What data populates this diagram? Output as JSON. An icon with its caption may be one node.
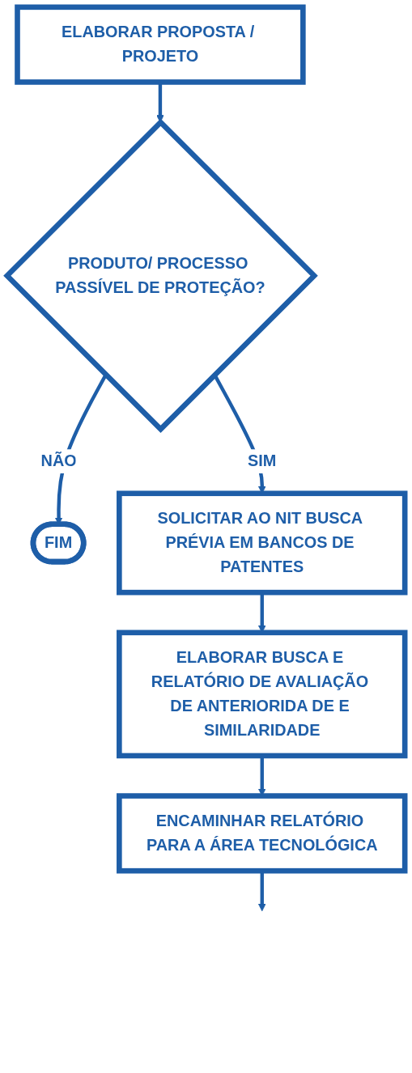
{
  "diagram": {
    "nodes": [
      {
        "text": [
          "ELABORAR PROPOSTA / PROJETO"
        ]
      },
      {
        "text": [
          "FIM"
        ]
      },
      {
        "text": [
          "PRODUTO/ PROCESSO PASSÍVEL DE PROTEÇÃO?"
        ]
      },
      {
        "text": [
          "SOLICITAR AO NIT BUSCA PRÉVIA EM BANCOS DE PATENTES"
        ]
      },
      {
        "text": [
          "ELABORAR BUSCA E RELATÓRIO DE AVALIAÇÃO DE ANTERIORIDA DE E SIMILARIDADE"
        ]
      },
      {
        "text": [
          "ENCAMINHAR RELATÓRIO PARA A ÁREA TECNOLÓGICA"
        ]
      }
    ],
    "edges": [
      {
        "from": 0,
        "to": 2,
        "arrow": "to"
      },
      {
        "from": 2,
        "to": 1,
        "label": "NÃO",
        "arrow": "to"
      },
      {
        "from": 2,
        "to": 3,
        "label": "SIM",
        "arrow": "to"
      },
      {
        "from": 3,
        "to": 4,
        "arrow": "to"
      },
      {
        "from": 4,
        "to": 5,
        "arrow": "to"
      },
      {
        "from": 5,
        "to": null,
        "arrow": "to"
      }
    ]
  }
}
